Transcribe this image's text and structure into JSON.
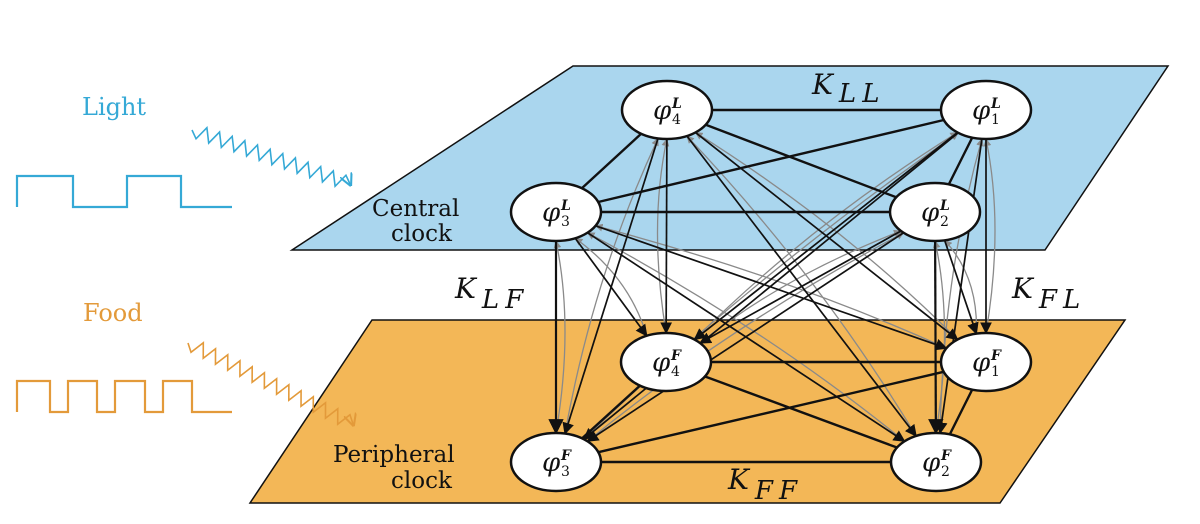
{
  "colors": {
    "light": "#35a9d6",
    "food": "#e39a3a",
    "central_plane": "#aad6ee",
    "peripheral_plane": "#f3b757",
    "edge": "#111111",
    "edge_faint": "#8a8a8a"
  },
  "inputs": {
    "light_label": "Light",
    "food_label": "Food"
  },
  "layers": {
    "central": {
      "label_line1": "Central",
      "label_line2": "clock"
    },
    "peripheral": {
      "label_line1": "Peripheral",
      "label_line2": "clock"
    }
  },
  "couplings": {
    "ll": {
      "main": "K",
      "sub": "LL"
    },
    "lf": {
      "main": "K",
      "sub": "LF"
    },
    "fl": {
      "main": "K",
      "sub": "FL"
    },
    "ff": {
      "main": "K",
      "sub": "FF"
    }
  },
  "nodes": {
    "l1": {
      "symbol": "φ",
      "sup": "L",
      "sub": "1"
    },
    "l2": {
      "symbol": "φ",
      "sup": "L",
      "sub": "2"
    },
    "l3": {
      "symbol": "φ",
      "sup": "L",
      "sub": "3"
    },
    "l4": {
      "symbol": "φ",
      "sup": "L",
      "sub": "4"
    },
    "f1": {
      "symbol": "φ",
      "sup": "F",
      "sub": "1"
    },
    "f2": {
      "symbol": "φ",
      "sup": "F",
      "sub": "2"
    },
    "f3": {
      "symbol": "φ",
      "sup": "F",
      "sub": "3"
    },
    "f4": {
      "symbol": "φ",
      "sup": "F",
      "sub": "4"
    }
  }
}
